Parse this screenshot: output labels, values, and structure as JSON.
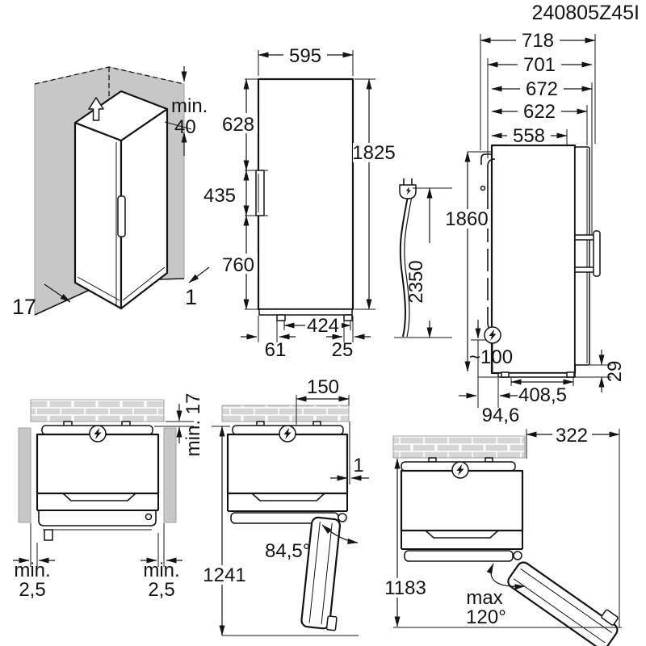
{
  "title": "240805Z45I",
  "colors": {
    "line": "#141414",
    "wall": "#c7c7c7",
    "brick": "#d6d6d6",
    "mortar": "#ffffff"
  },
  "corner": {
    "clearance_label": "min.",
    "clearance_value": "40",
    "side_gap": "17",
    "rear_gap": "1"
  },
  "front": {
    "width": "595",
    "upper_door": "628",
    "handle": "435",
    "lower": "760",
    "height": "1825",
    "feet_span": "424",
    "foot_left": "61",
    "foot_right": "25"
  },
  "cable": {
    "length": "2350"
  },
  "side": {
    "depths": [
      "718",
      "701",
      "672",
      "622",
      "558"
    ],
    "height": "1860",
    "socket_offset": "~100",
    "base_depth": "408,5",
    "base_height": "29",
    "rear_offset": "94,6"
  },
  "top_closed": {
    "wall_gap": "min. 17",
    "left_gap_label": "min.",
    "left_gap_value": "2,5",
    "right_gap_label": "min.",
    "right_gap_value": "2,5"
  },
  "top_open_85": {
    "socket_offset": "150",
    "side_gap": "1",
    "angle": "84,5°",
    "depth": "1241"
  },
  "top_open_120": {
    "side_clearance": "322",
    "depth": "1183",
    "angle_label": "max",
    "angle_value": "120°"
  }
}
